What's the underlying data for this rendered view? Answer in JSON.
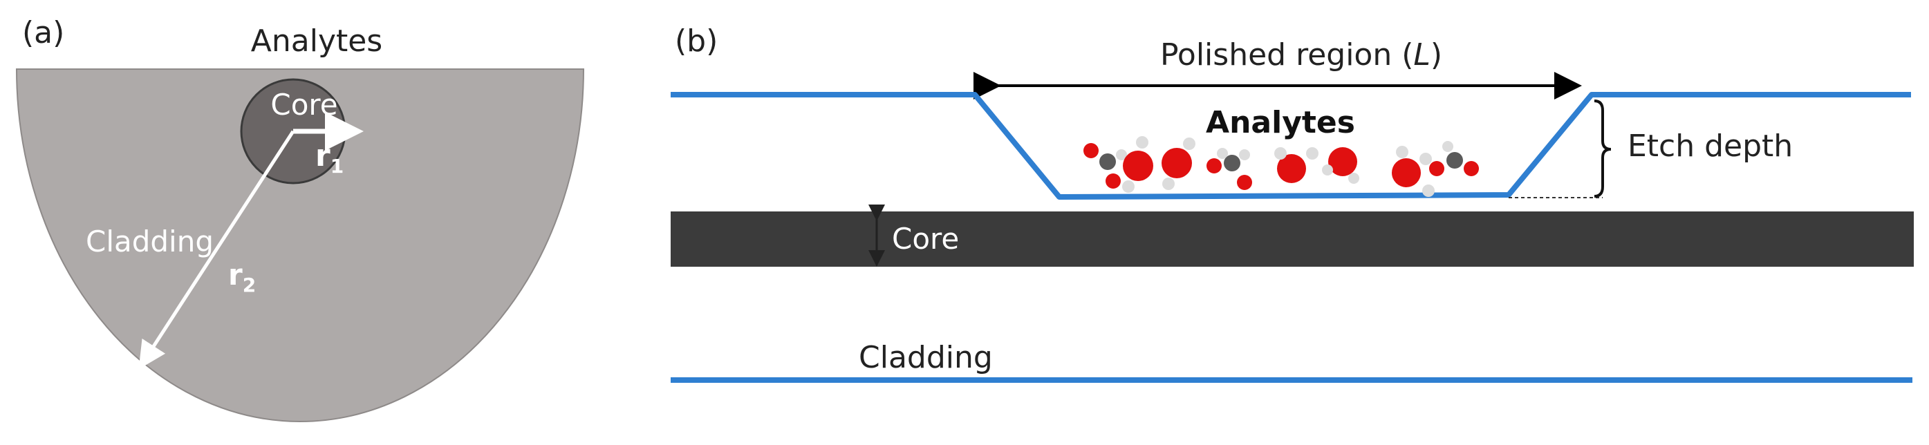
{
  "panel_a": {
    "tag": "(a)",
    "analytes_label": "Analytes",
    "core_label": "Core",
    "cladding_label": "Cladding",
    "r1_label": "r",
    "r1_sub": "1",
    "r2_label": "r",
    "r2_sub": "2"
  },
  "panel_b": {
    "tag": "(b)",
    "polished_prefix": "Polished region (",
    "polished_var": "L",
    "polished_suffix": ")",
    "analytes_label": "Analytes",
    "etch_label": "Etch depth",
    "core_label": "Core",
    "cladding_label": "Cladding"
  },
  "colors": {
    "cladding_fill": "#aeaaa9",
    "core_fill": "#6a6565",
    "fiber_line": "#2f7fd1",
    "core_band": "#3b3b3b",
    "oxygen": "#e01010",
    "carbon": "#5a5a5a",
    "hydrogen": "#dcdcdc"
  }
}
